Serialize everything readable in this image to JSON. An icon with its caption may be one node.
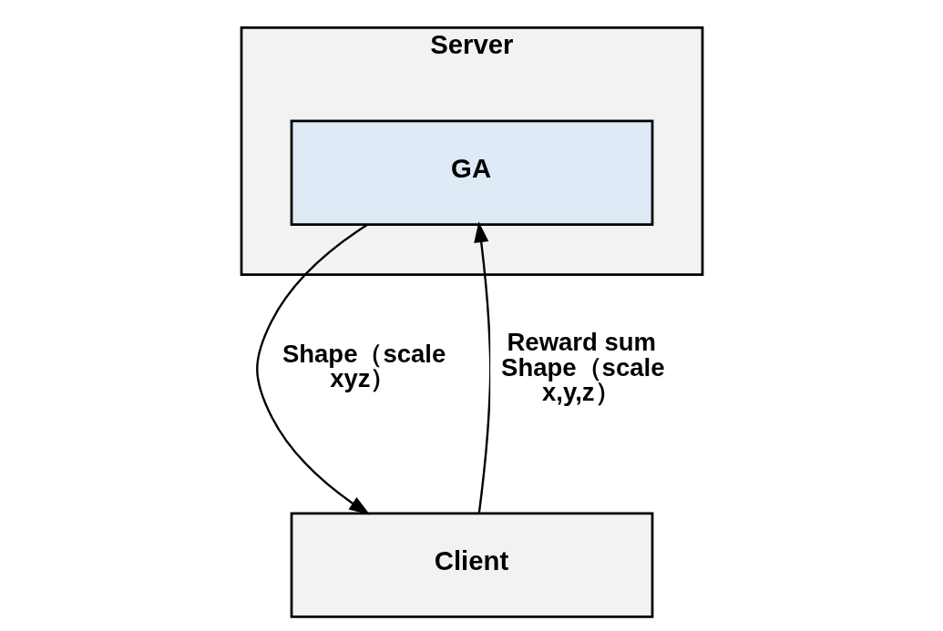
{
  "diagram": {
    "nodes": [
      {
        "text": [
          "Server"
        ]
      },
      {
        "text": [
          "GA"
        ],
        "in": 0
      },
      {
        "text": [
          "Client"
        ]
      }
    ],
    "edges": [
      {
        "from": 2,
        "to": 1,
        "arrow": "to",
        "label": "Reward sum Shape（scale x,y,z）"
      },
      {
        "from": 1,
        "to": 2,
        "arrow": "to",
        "label": "Shape（scale xyz）"
      }
    ]
  }
}
